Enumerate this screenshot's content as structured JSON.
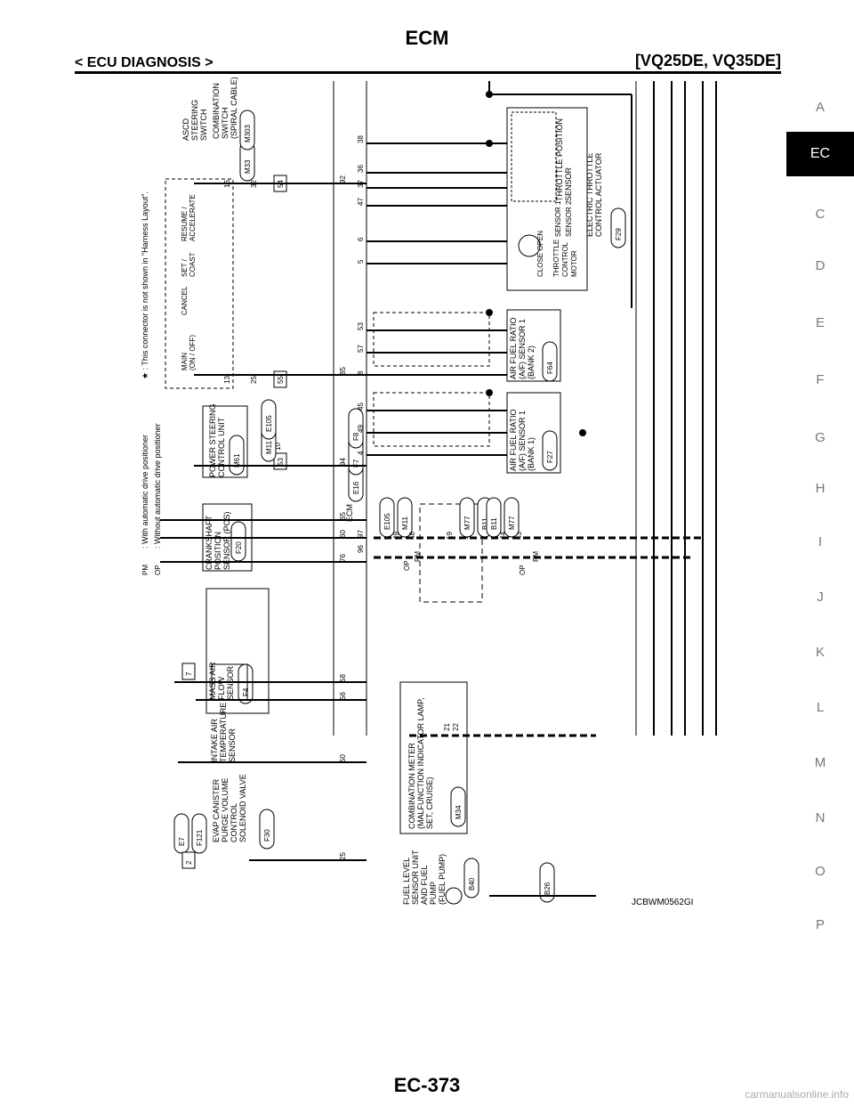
{
  "header": {
    "title": "ECM",
    "section": "< ECU DIAGNOSIS >",
    "engines": "[VQ25DE, VQ35DE]"
  },
  "side_tabs": [
    "A",
    "EC",
    "C",
    "D",
    "E",
    "F",
    "G",
    "H",
    "I",
    "J",
    "K",
    "L",
    "M",
    "N",
    "O",
    "P"
  ],
  "active_tab": "EC",
  "footer": {
    "page": "EC-373",
    "watermark": "carmanualsonline.info"
  },
  "diagram": {
    "code": "JCBWM0562GI",
    "legend": {
      "pm_code": "PM",
      "pm_text": ": With automatic drive positioner",
      "op_code": "OP",
      "op_text": ": Without automatic drive positioner",
      "star_note": "★ : This connector is not shown in \"Harness Layout\"."
    },
    "ecm_label": "ECM",
    "ecm_connectors": [
      "E16",
      "F7",
      "F8"
    ],
    "components": {
      "ascd": [
        "ASCD",
        "STEERING",
        "SWITCH"
      ],
      "switch_labels": [
        "MAIN",
        "(ON / OFF)",
        "CANCEL",
        "SET /",
        "COAST",
        "RESUME /",
        "ACCELERATE"
      ],
      "comb_switch": [
        "COMBINATION",
        "SWITCH",
        "(SPIRAL CABLE)"
      ],
      "comb_switch_conns": [
        "M33",
        "M303"
      ],
      "ps_unit": [
        "POWER STEERING",
        "CONTROL UNIT"
      ],
      "ps_conn": "M61",
      "crank": [
        "CRANKSHAFT",
        "POSITION",
        "SENSOR (POS)"
      ],
      "crank_conn": "F20",
      "maf": [
        "MASS AIR",
        "FLOW",
        "SENSOR"
      ],
      "maf_conn": "F4",
      "iat": [
        "INTAKE AIR",
        "TEMPERATURE",
        "SENSOR"
      ],
      "evap": [
        "EVAP CANISTER",
        "PURGE VOLUME",
        "CONTROL",
        "SOLENOID VALVE"
      ],
      "evap_conn": "F30",
      "evap_inline": [
        "E7",
        "F121"
      ],
      "afs2": [
        "AIR FUEL RATIO",
        "(A/F) SENSOR 1",
        "(BANK 2)"
      ],
      "afs2_conn": "F64",
      "afs1": [
        "AIR FUEL RATIO",
        "(A/F) SENSOR 1",
        "(BANK 1)"
      ],
      "afs1_conn": "F27",
      "etc": [
        "ELECTRIC THROTTLE",
        "CONTROL ACTUATOR"
      ],
      "etc_conn": "F29",
      "tps": [
        "THROTTLE POSITION",
        "SENSOR"
      ],
      "tps_sensors": [
        "SENSOR 1",
        "SENSOR 2"
      ],
      "motor": [
        "THROTTLE",
        "CONTROL",
        "MOTOR"
      ],
      "motor_dir": "CLOSE OPEN",
      "meter": [
        "COMBINATION METER",
        "(MALFUNCTION INDICATOR LAMP,",
        "SET, CRUISE)"
      ],
      "meter_conn": "M34",
      "fuel": [
        "FUEL LEVEL",
        "SENSOR UNIT",
        "AND FUEL",
        "PUMP",
        "(FUEL PUMP)"
      ],
      "fuel_conn": "B40",
      "b26": "B26",
      "ps_inline": [
        "M11",
        "E105"
      ],
      "mux_conns": [
        "E105",
        "M11",
        "M77",
        "B11",
        "B11",
        "M77"
      ]
    },
    "ecm_pins": [
      "25",
      "50",
      "56",
      "58",
      "76",
      "60",
      "65",
      "94",
      "85",
      "92",
      "5",
      "6",
      "47",
      "37",
      "36",
      "38",
      "8",
      "57",
      "53",
      "4",
      "49",
      "45",
      "96",
      "97"
    ],
    "comb_pins": [
      "13",
      "25",
      "16",
      "32",
      "54",
      "55",
      "53",
      "10"
    ],
    "mux_pins": [
      "49",
      "48",
      "19",
      "18",
      "44",
      "43"
    ]
  }
}
